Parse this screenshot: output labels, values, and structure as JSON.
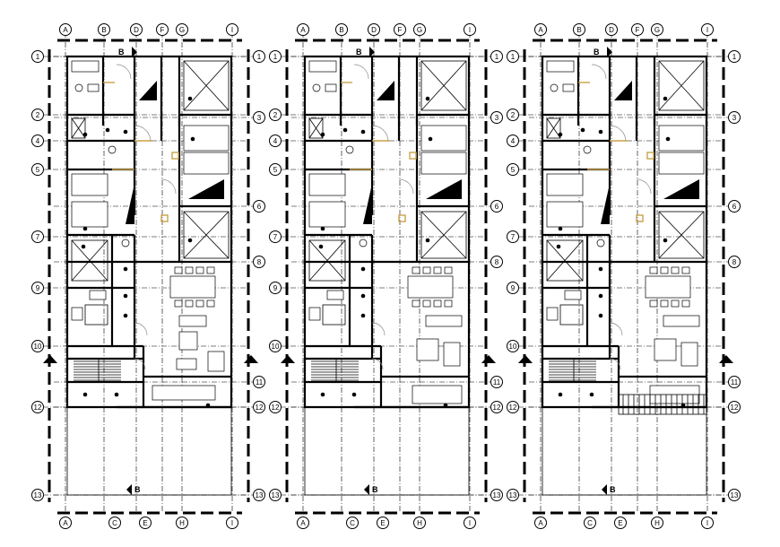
{
  "plans": [
    {
      "id": "plan-1",
      "offset": 0
    },
    {
      "id": "plan-2",
      "offset": 265
    },
    {
      "id": "plan-3",
      "offset": 530
    }
  ],
  "top_grid": [
    "A",
    "B",
    "D",
    "F",
    "G",
    "I"
  ],
  "bottom_grid": [
    "A",
    "C",
    "E",
    "H",
    "I"
  ],
  "left_rows": [
    "1",
    "2",
    "4",
    "5",
    "7",
    "9",
    "10",
    "12",
    "13"
  ],
  "right_rows": [
    "1",
    "3",
    "6",
    "8",
    "11",
    "12",
    "13"
  ],
  "section_mark": "B"
}
